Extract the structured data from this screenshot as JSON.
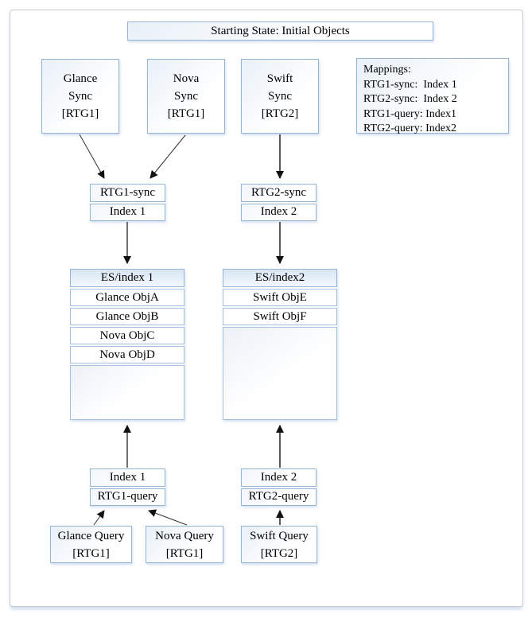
{
  "banner": {
    "label": "Starting State: Initial Objects"
  },
  "sync_services": [
    {
      "lines": [
        "Glance",
        "Sync",
        "[RTG1]"
      ]
    },
    {
      "lines": [
        "Nova",
        "Sync",
        "[RTG1]"
      ]
    },
    {
      "lines": [
        "Swift",
        "Sync",
        "[RTG2]"
      ]
    }
  ],
  "mappings": {
    "heading": "Mappings:",
    "entries": [
      "RTG1-sync:  Index 1",
      "RTG2-sync:  Index 2",
      "RTG1-query: Index1",
      "RTG2-query: Index2"
    ]
  },
  "sync_pipelines": [
    {
      "name": "RTG1-sync",
      "index": "Index 1"
    },
    {
      "name": "RTG2-sync",
      "index": "Index 2"
    }
  ],
  "es_indexes": [
    {
      "header": "ES/index 1",
      "objects": [
        "Glance ObjA",
        "Glance ObjB",
        "Nova ObjC",
        "Nova ObjD"
      ]
    },
    {
      "header": "ES/index2",
      "objects": [
        "Swift ObjE",
        "Swift ObjF"
      ]
    }
  ],
  "query_pipelines": [
    {
      "index": "Index 1",
      "name": "RTG1-query"
    },
    {
      "index": "Index 2",
      "name": "RTG2-query"
    }
  ],
  "query_services": [
    {
      "lines": [
        "Glance Query",
        "[RTG1]"
      ]
    },
    {
      "lines": [
        "Nova Query",
        "[RTG1]"
      ]
    },
    {
      "lines": [
        "Swift Query",
        "[RTG2]"
      ]
    }
  ],
  "colors": {
    "box_border": "#96b5d3",
    "frame_border": "#c9c9c9",
    "header_fill": "#dce8f5",
    "arrow_thin": "#333333",
    "arrow_thick": "#5a5a5a",
    "arrowhead": "#111111"
  }
}
